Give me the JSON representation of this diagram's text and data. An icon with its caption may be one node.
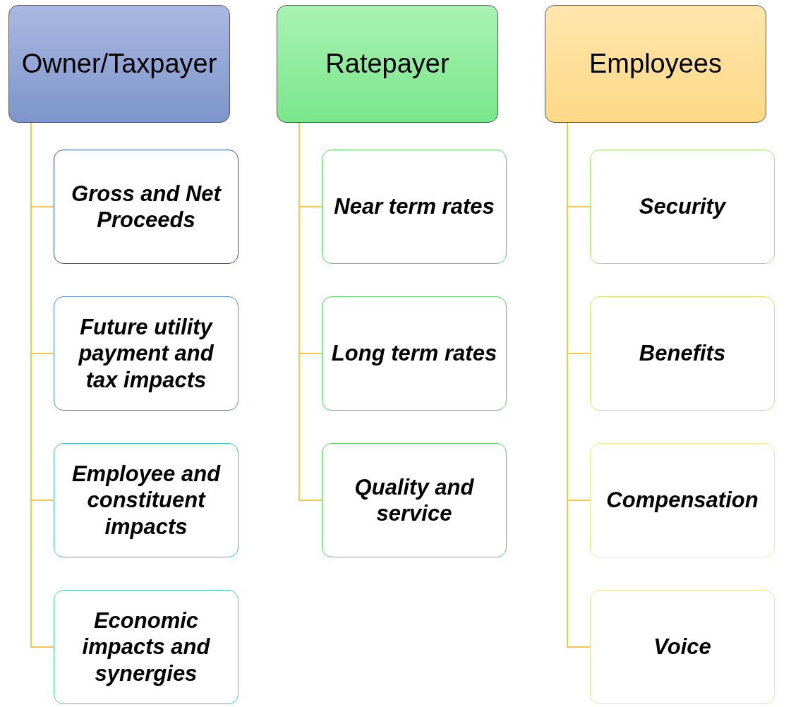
{
  "diagram": {
    "nodes": [
      {
        "text": [
          "Owner/Taxpayer"
        ]
      },
      {
        "text": [
          "Gross and Net Proceeds"
        ]
      },
      {
        "text": [
          "Future utility payment and tax impacts"
        ]
      },
      {
        "text": [
          "Employee and constituent impacts"
        ]
      },
      {
        "text": [
          "Economic impacts and synergies"
        ]
      },
      {
        "text": [
          "Ratepayer"
        ]
      },
      {
        "text": [
          "Near term rates"
        ]
      },
      {
        "text": [
          "Long term rates"
        ]
      },
      {
        "text": [
          "Quality and service"
        ]
      },
      {
        "text": [
          "Employees"
        ]
      },
      {
        "text": [
          "Security"
        ]
      },
      {
        "text": [
          "Benefits"
        ]
      },
      {
        "text": [
          "Compensation"
        ]
      },
      {
        "text": [
          "Voice"
        ]
      }
    ],
    "edges": [
      {
        "from": 0,
        "to": 1,
        "arrow": "none"
      },
      {
        "from": 0,
        "to": 2,
        "arrow": "none"
      },
      {
        "from": 0,
        "to": 3,
        "arrow": "none"
      },
      {
        "from": 0,
        "to": 4,
        "arrow": "none"
      },
      {
        "from": 5,
        "to": 6,
        "arrow": "none"
      },
      {
        "from": 5,
        "to": 7,
        "arrow": "none"
      },
      {
        "from": 5,
        "to": 8,
        "arrow": "none"
      },
      {
        "from": 9,
        "to": 10,
        "arrow": "none"
      },
      {
        "from": 9,
        "to": 11,
        "arrow": "none"
      },
      {
        "from": 9,
        "to": 12,
        "arrow": "none"
      },
      {
        "from": 9,
        "to": 13,
        "arrow": "none"
      }
    ]
  }
}
